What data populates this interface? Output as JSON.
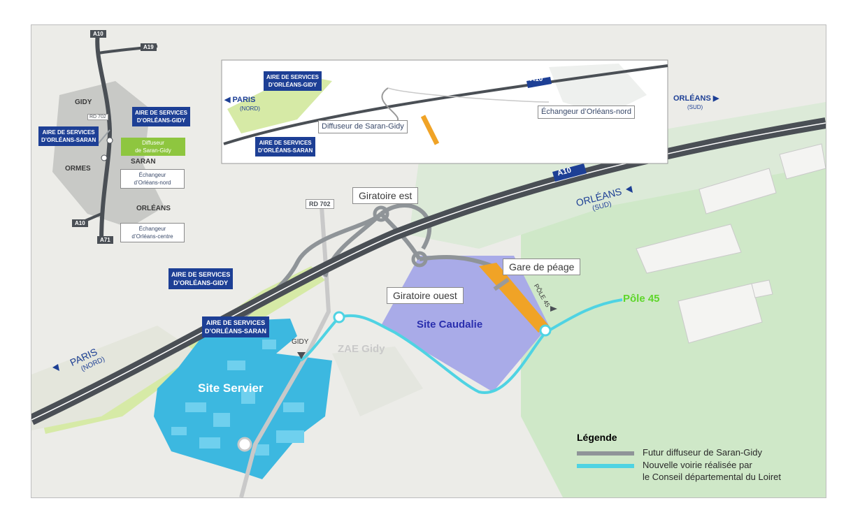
{
  "colors": {
    "green_zone": "#cfe8c8",
    "yellow_green": "#d6eaa6",
    "highway": "#4a4f55",
    "new_road": "#4fd3e3",
    "caudalie": "#a9abe8",
    "servier": "#3cb8e0",
    "toll": "#f0a326",
    "blue_box": "#1d3f95",
    "pole45_green": "#5ed62a"
  },
  "inset_overview": {
    "road_labels": {
      "a10_top": "A10",
      "a19": "A19",
      "rd702": "RD 702",
      "a10_bottom": "A10",
      "a71": "A71"
    },
    "towns": {
      "gidy": "GIDY",
      "ormes": "ORMES",
      "saran": "SARAN",
      "orleans": "ORLÉANS"
    },
    "services_gidy": "AIRE DE SERVICES\nD’ORLÉANS-GIDY",
    "services_saran": "AIRE DE SERVICES\nD’ORLÉANS-SARAN",
    "diffuseur": "Diffuseur\nde Saran-Gidy",
    "echangeur_nord": "Échangeur\nd’Orléans-nord",
    "echangeur_centre": "Échangeur\nd’Orléans-centre"
  },
  "inset_detail": {
    "services_gidy": "AIRE DE SERVICES\nD’ORLÉANS-GIDY",
    "services_saran": "AIRE DE SERVICES\nD’ORLÉANS-SARAN",
    "a10": "A10",
    "paris": "PARIS",
    "paris_sub": "(NORD)",
    "orleans": "ORLÉANS",
    "orleans_sub": "(SUD)",
    "diffuseur": "Diffuseur de Saran-Gidy",
    "echangeur": "Échangeur d’Orléans-nord"
  },
  "main_map": {
    "a10": "A10",
    "orleans": "ORLÉANS",
    "orleans_sub": "(SUD)",
    "paris": "PARIS",
    "paris_sub": "(NORD)",
    "rd702": "RD 702",
    "giratoire_est": "Giratoire est",
    "giratoire_ouest": "Giratoire ouest",
    "gare_peage": "Gare de péage",
    "pole45_road": "PÔLE 45",
    "pole45": "Pôle 45",
    "site_caudalie": "Site Caudalie",
    "site_servier": "Site Servier",
    "zae_gidy": "ZAE Gidy",
    "gidy": "GIDY",
    "services_gidy": "AIRE DE SERVICES\nD’ORLÉANS-GIDY",
    "services_saran": "AIRE DE SERVICES\nD’ORLÉANS-SARAN"
  },
  "legend": {
    "title": "Légende",
    "item1": "Futur diffuseur de Saran-Gidy",
    "item2_line1": "Nouvelle voirie réalisée par",
    "item2_line2": "le Conseil départemental du Loiret"
  }
}
